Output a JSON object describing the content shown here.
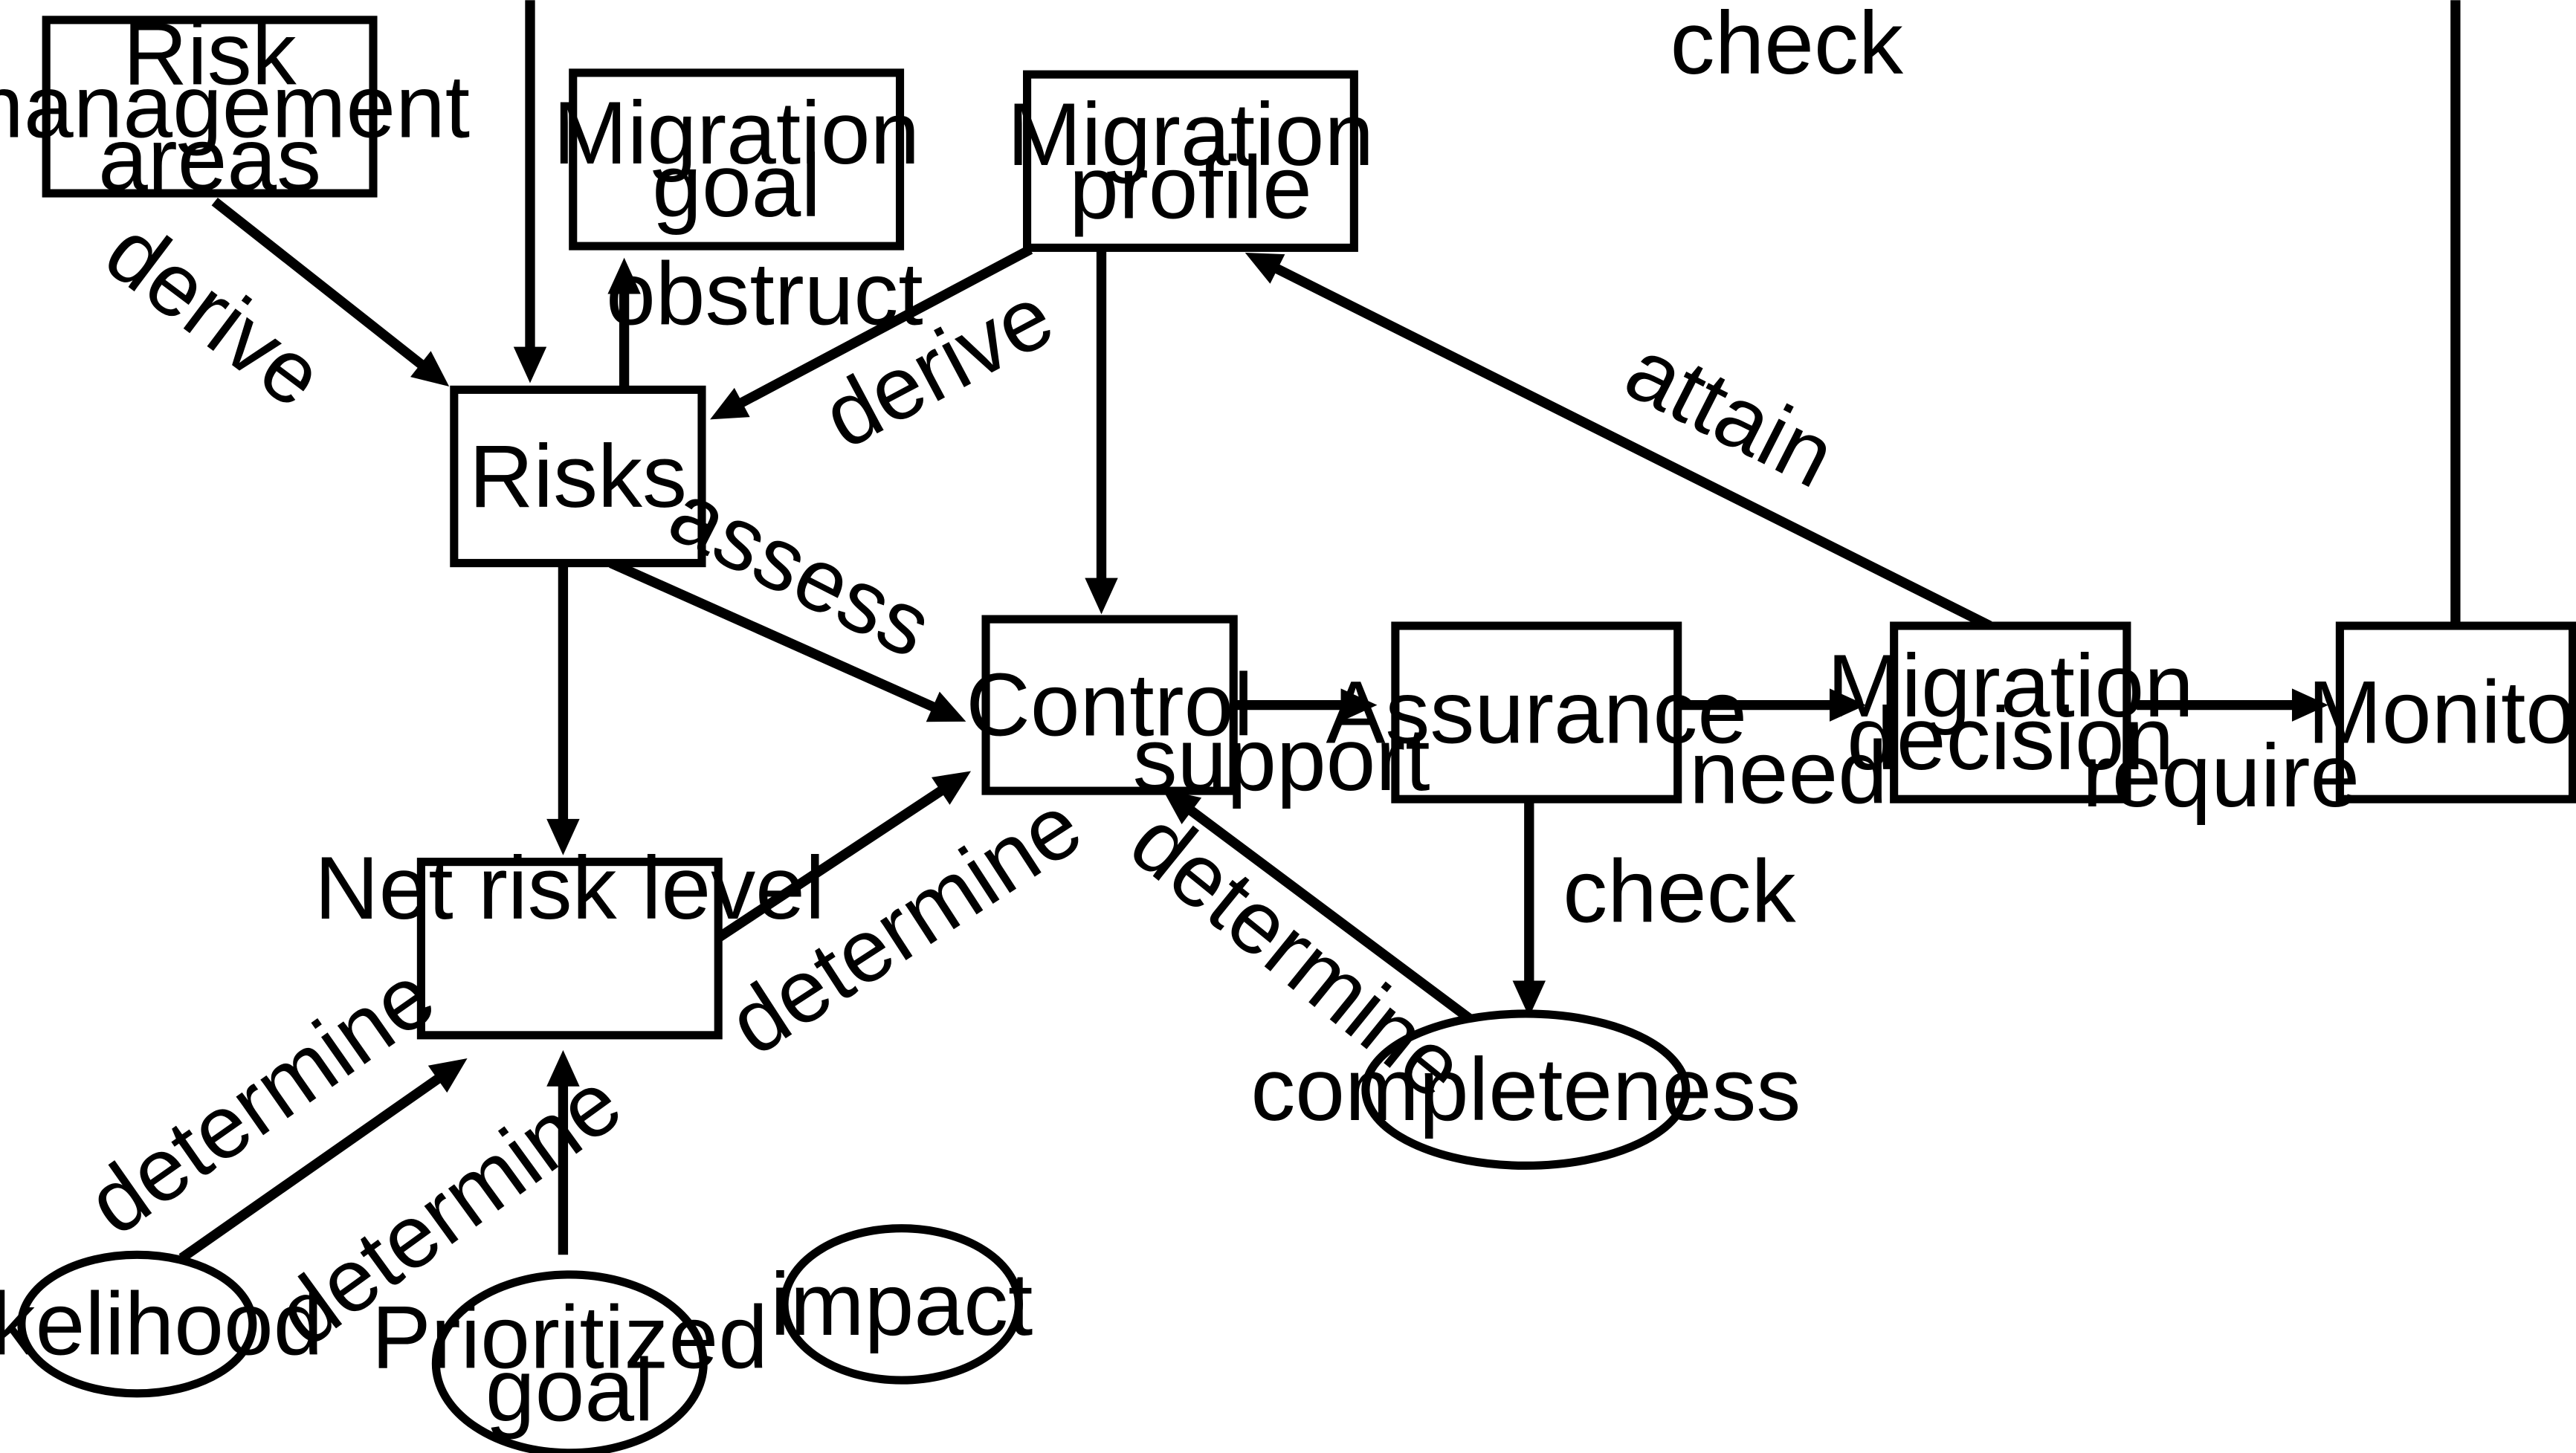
{
  "nodes": [
    {
      "id": "risk_management_areas",
      "shape": "rect",
      "lines": [
        "Risk",
        "management",
        "areas"
      ]
    },
    {
      "id": "migration_goal",
      "shape": "rect",
      "lines": [
        "Migration",
        "goal"
      ]
    },
    {
      "id": "migration_profile",
      "shape": "rect",
      "lines": [
        "Migration",
        "profile"
      ]
    },
    {
      "id": "risks",
      "shape": "rect",
      "lines": [
        "Risks"
      ]
    },
    {
      "id": "control",
      "shape": "rect",
      "lines": [
        "Control"
      ]
    },
    {
      "id": "assurance",
      "shape": "rect",
      "lines": [
        "Assurance"
      ]
    },
    {
      "id": "migration_decision",
      "shape": "rect",
      "lines": [
        "Migration",
        "decision"
      ]
    },
    {
      "id": "monitor",
      "shape": "rect",
      "lines": [
        "Monitor"
      ]
    },
    {
      "id": "net_risk_level",
      "shape": "rect",
      "lines": [
        "Net risk level"
      ]
    },
    {
      "id": "completeness",
      "shape": "ellipse",
      "lines": [
        "completeness"
      ]
    },
    {
      "id": "likelihood",
      "shape": "ellipse",
      "lines": [
        "likelihood"
      ]
    },
    {
      "id": "prioritized_goal",
      "shape": "ellipse",
      "lines": [
        "Prioritized",
        "goal"
      ]
    },
    {
      "id": "impact",
      "shape": "ellipse",
      "lines": [
        "impact"
      ]
    }
  ],
  "edges": [
    {
      "from": "risk_management_areas",
      "to": "risks",
      "label": "derive"
    },
    {
      "from": "risks",
      "to": "migration_goal",
      "label": "obstruct"
    },
    {
      "from": "migration_profile",
      "to": "risks",
      "label": "derive"
    },
    {
      "from": "migration_decision",
      "to": "migration_profile",
      "label": "attain"
    },
    {
      "from": "monitor",
      "to": "risks",
      "label": "check"
    },
    {
      "from": "risks",
      "to": "control",
      "label": "require"
    },
    {
      "from": "risks",
      "to": "net_risk_level",
      "label": "assess"
    },
    {
      "from": "migration_profile",
      "to": "control",
      "label": ""
    },
    {
      "from": "control",
      "to": "assurance",
      "label": "need"
    },
    {
      "from": "assurance",
      "to": "migration_decision",
      "label": "support"
    },
    {
      "from": "migration_decision",
      "to": "monitor",
      "label": "need"
    },
    {
      "from": "assurance",
      "to": "completeness",
      "label": "require"
    },
    {
      "from": "completeness",
      "to": "control",
      "label": "check"
    },
    {
      "from": "net_risk_level",
      "to": "control",
      "label": "determine"
    },
    {
      "from": "likelihood",
      "to": "net_risk_level",
      "label": "determine"
    },
    {
      "from": "prioritized_goal",
      "to": "net_risk_level",
      "label": "determine"
    },
    {
      "from": "impact",
      "to": "net_risk_level",
      "label": "determine"
    }
  ]
}
